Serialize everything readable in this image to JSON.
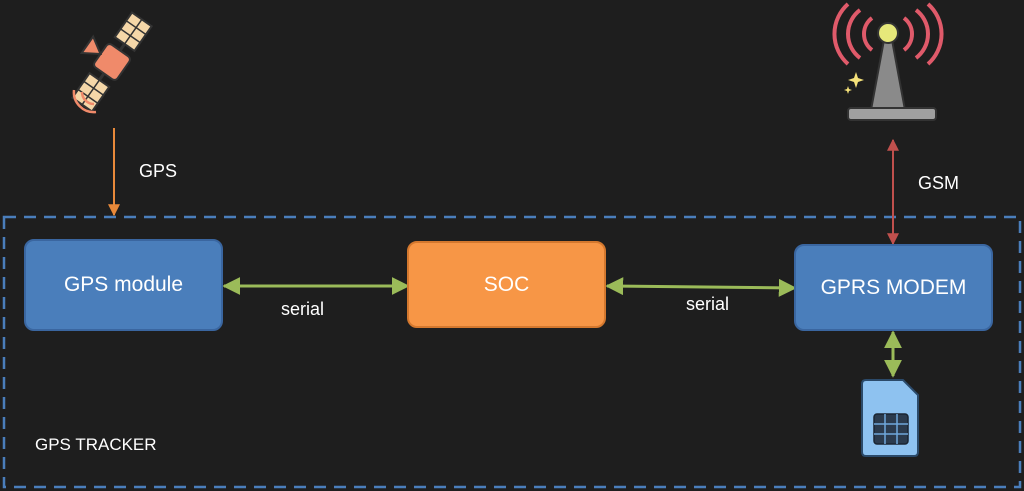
{
  "colors": {
    "background": "#1e1e1e",
    "box_blue": "#4a7ebb",
    "box_orange": "#f79646",
    "serial_arrow": "#9bbb59",
    "gps_arrow": "#e8893a",
    "gsm_arrow": "#c0504d",
    "tracker_border": "#4a7ebb"
  },
  "nodes": {
    "gps_module": "GPS module",
    "soc": "SOC",
    "gprs_modem": "GPRS MODEM"
  },
  "edges": {
    "gps": "GPS",
    "gsm": "GSM",
    "serial_left": "serial",
    "serial_right": "serial"
  },
  "group": {
    "tracker_label": "GPS TRACKER"
  },
  "icons": [
    "satellite-icon",
    "cell-tower-icon",
    "sim-card-icon"
  ]
}
